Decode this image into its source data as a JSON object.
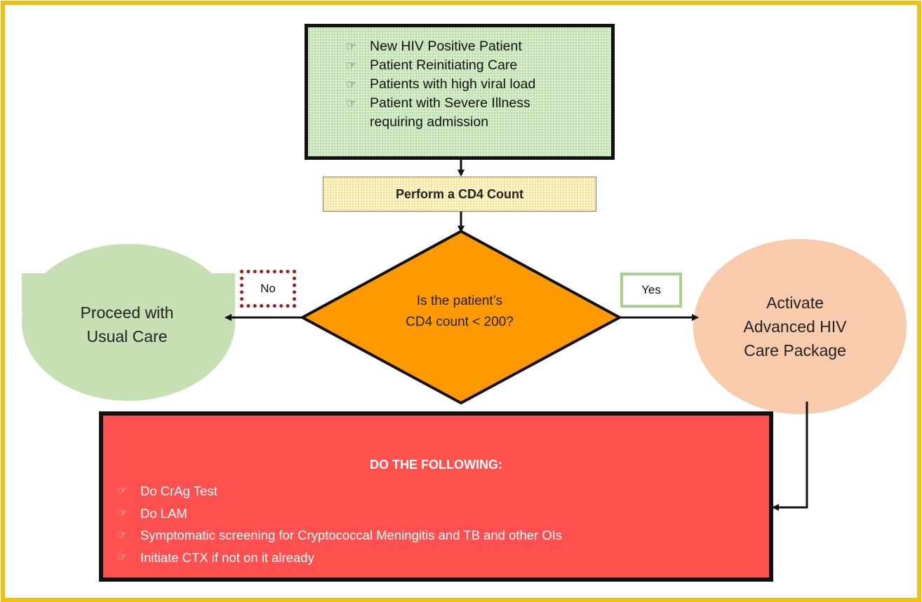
{
  "start_box": {
    "items": [
      {
        "icon": "pointing-hand-icon",
        "text": "New HIV Positive Patient"
      },
      {
        "icon": "pointing-hand-icon",
        "text": "Patient Reinitiating Care"
      },
      {
        "icon": "pointing-hand-icon",
        "text": "Patients with high viral load"
      },
      {
        "icon": "pointing-hand-icon",
        "text": "Patient with Severe Illness"
      }
    ],
    "continuation": "requiring admission"
  },
  "cd4_step": "Perform a CD4 Count",
  "decision": {
    "line1": "Is the patient’s",
    "line2": "CD4 count < 200?"
  },
  "branch_no": {
    "label": "No",
    "line1": "Proceed with",
    "line2": "Usual Care"
  },
  "branch_yes": {
    "label": "Yes",
    "line1": "Activate",
    "line2": "Advanced HIV",
    "line3": "Care Package"
  },
  "actions": {
    "title": "DO THE FOLLOWING:",
    "items": [
      {
        "icon": "pointing-hand-icon",
        "text": "Do CrAg Test"
      },
      {
        "icon": "pointing-hand-icon",
        "text": "Do LAM"
      },
      {
        "icon": "pointing-hand-icon",
        "text": "Symptomatic screening for Cryptococcal Meningitis and TB and other OIs"
      },
      {
        "icon": "pointing-hand-icon",
        "text": "Initiate CTX if not on it already"
      }
    ]
  },
  "colors": {
    "frame": "#f2c10f",
    "start_box_fill": "#d4ecc7",
    "cd4_box_fill": "#fbf4c6",
    "diamond_fill": "#ff9900",
    "left_ellipse_fill": "#c6e0b4",
    "right_ellipse_fill": "#f8cbad",
    "action_box_fill": "#ff5050",
    "no_border": "#9c1c1c",
    "yes_border": "#a6d08e"
  }
}
